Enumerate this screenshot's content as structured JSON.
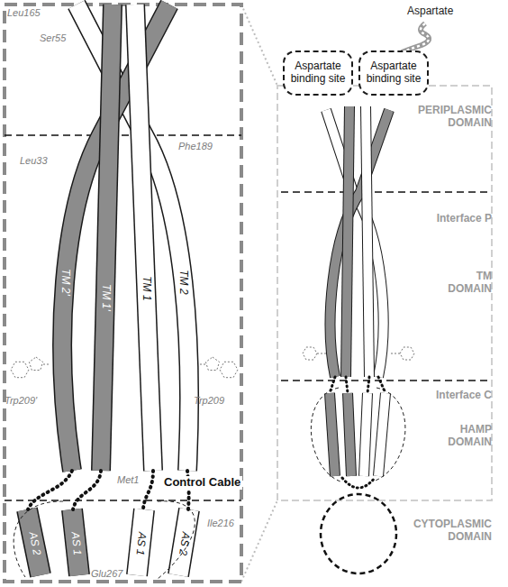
{
  "diagram": {
    "nodes": [
      {
        "text": [
          "Aspartate binding site"
        ]
      },
      {
        "text": [
          "Aspartate binding site"
        ]
      }
    ],
    "labels": [
      "Leu165",
      "Ser55",
      "Phe189",
      "Leu33",
      "TM 2'",
      "TM 1'",
      "TM 1",
      "TM 2",
      "Trp209'",
      "Trp209",
      "Met1",
      "Control Cable",
      "AS 2",
      "AS 1",
      "AS 1",
      "AS 2",
      "Ile216",
      "Glu267",
      "Aspartate",
      "PERIPLASMIC DOMAIN",
      "Interface P",
      "TM DOMAIN",
      "Interface C",
      "HAMP DOMAIN",
      "CYTOPLASMIC DOMAIN"
    ]
  }
}
